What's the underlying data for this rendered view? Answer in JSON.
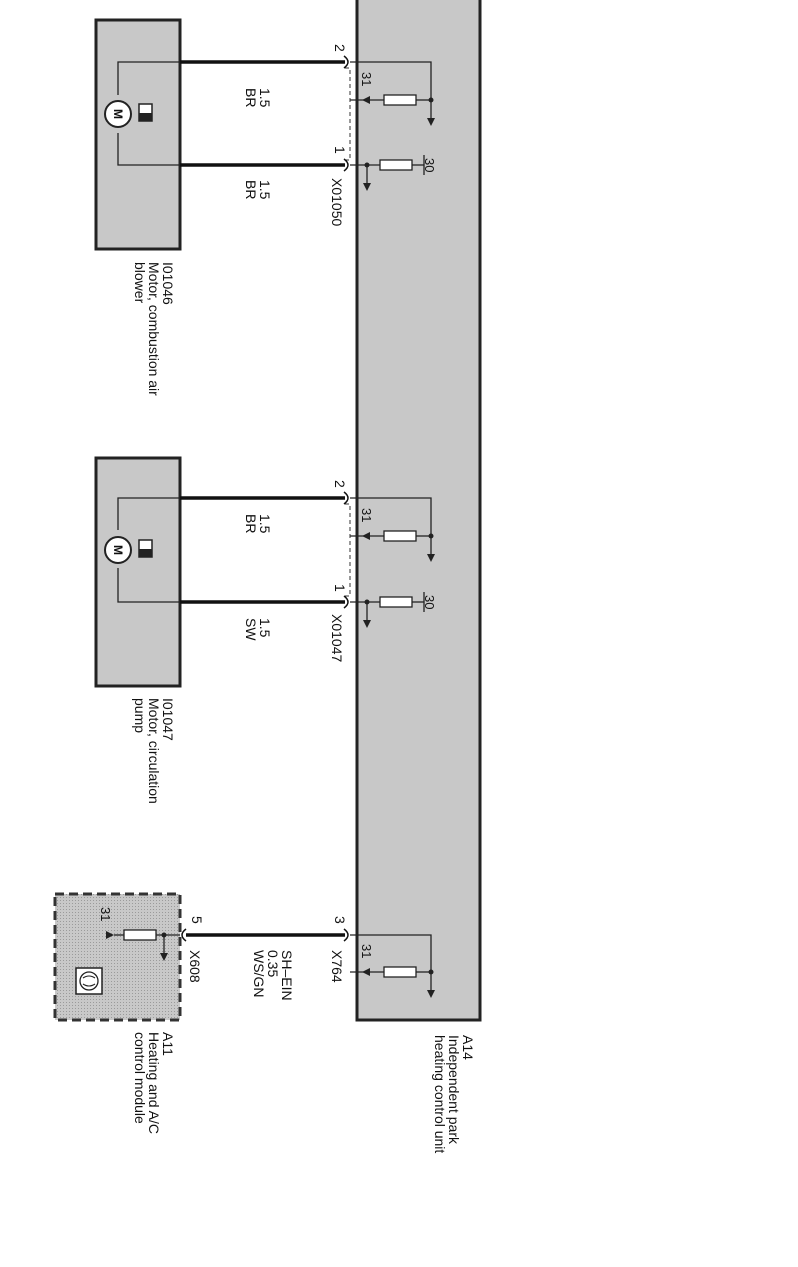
{
  "colors": {
    "block_fill": "#c8c8c8",
    "wire": "#111111",
    "outline": "#222222",
    "background": "#ffffff"
  },
  "control_unit": {
    "id": "A14",
    "name_line1": "Independent park",
    "name_line2": "heating control unit"
  },
  "hvac_module": {
    "id": "A11",
    "name_line1": "Heating and A/C",
    "name_line2": "control module",
    "icon": "climate-control-icon"
  },
  "blower_motor": {
    "id": "I01046",
    "name_line1": "Motor, combustion air",
    "name_line2": "blower",
    "motor_letter": "M",
    "icon": "motor-icon"
  },
  "pump_motor": {
    "id": "I01047",
    "name_line1": "Motor, circulation",
    "name_line2": "pump",
    "motor_letter": "M",
    "icon": "motor-icon"
  },
  "connectors": {
    "blower": "X01050",
    "pump": "X01047",
    "unit_signal": "X764",
    "module_signal": "X608"
  },
  "pins": {
    "blower_upper": "2",
    "blower_lower": "1",
    "pump_upper": "2",
    "pump_lower": "1",
    "unit_signal": "3",
    "module_signal": "5"
  },
  "terminals": {
    "ground": "31",
    "supply": "30"
  },
  "wires": {
    "blower_upper": {
      "size": "1.5",
      "color": "BR"
    },
    "blower_lower": {
      "size": "1.5",
      "color": "BR"
    },
    "pump_upper": {
      "size": "1.5",
      "color": "BR"
    },
    "pump_lower": {
      "size": "1.5",
      "color": "SW"
    },
    "signal": {
      "name": "SH–EIN",
      "size": "0.35",
      "color": "WS/GN"
    }
  }
}
